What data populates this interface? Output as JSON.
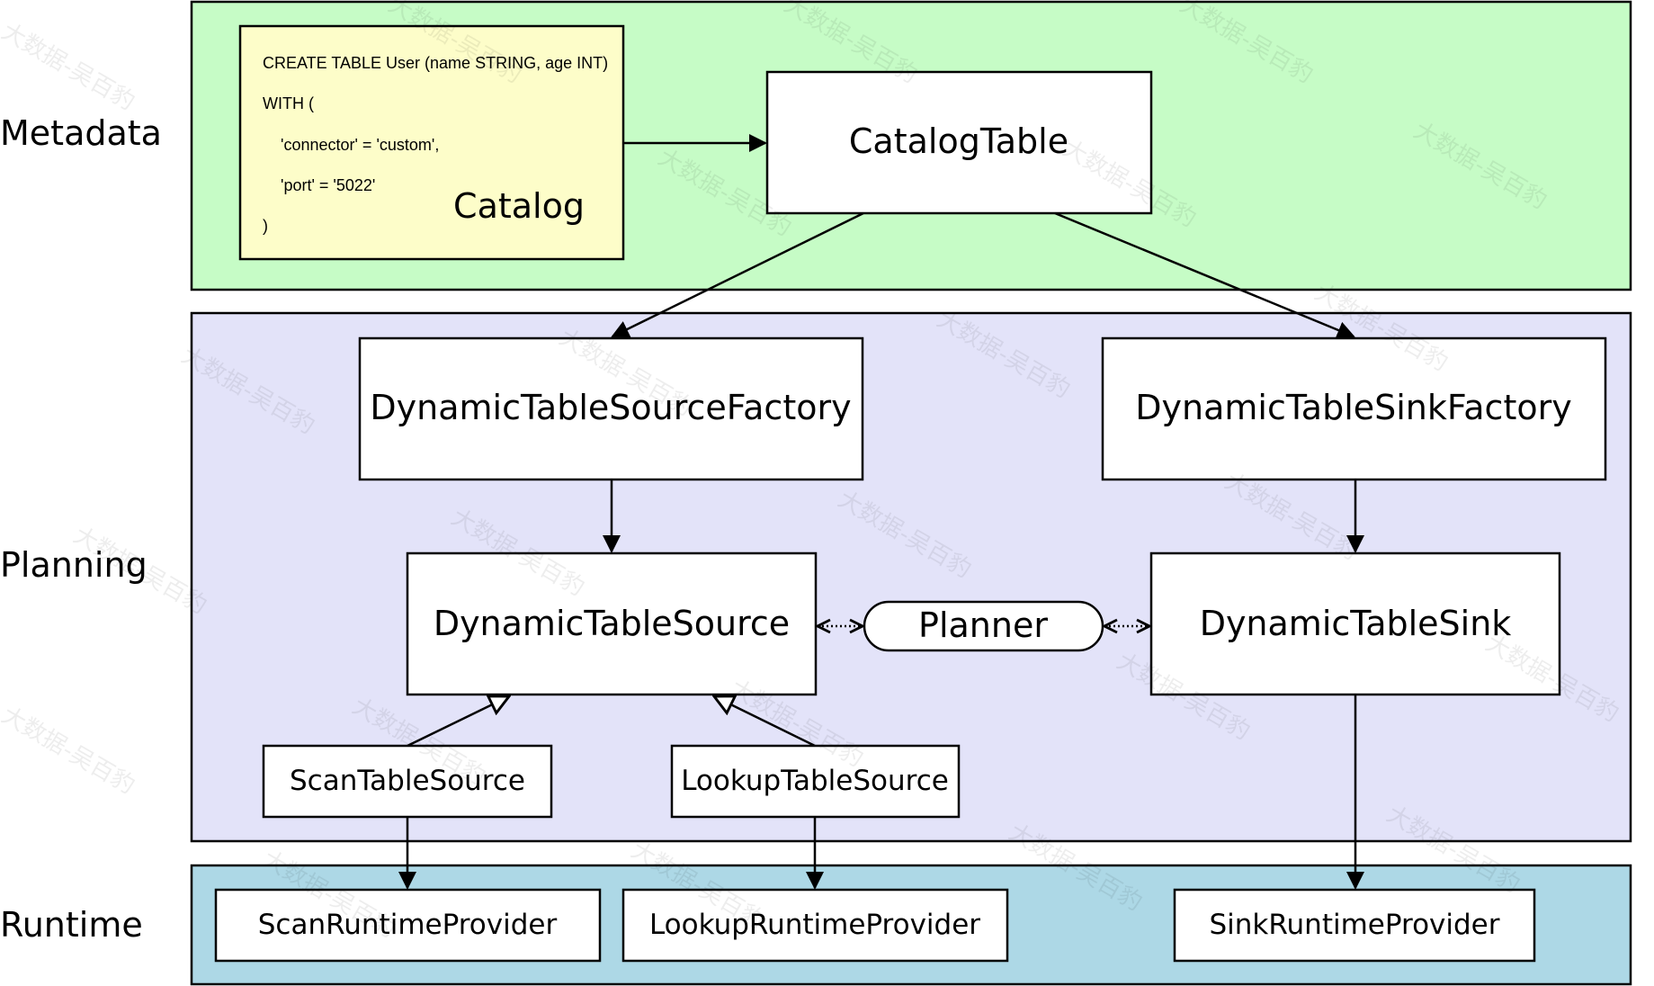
{
  "layers": {
    "metadata": "Metadata",
    "planning": "Planning",
    "runtime": "Runtime"
  },
  "colors": {
    "metadata_bg": "#c6fcc6",
    "planning_bg": "#e3e3f9",
    "runtime_bg": "#add8e6",
    "catalog_bg": "#fdfdc9"
  },
  "catalog": {
    "label": "Catalog",
    "ddl": [
      "CREATE TABLE User (name STRING, age INT)",
      "WITH (",
      "    'connector' = 'custom',",
      "    'port' = '5022'",
      ")"
    ]
  },
  "nodes": {
    "catalog_table": "CatalogTable",
    "source_factory": "DynamicTableSourceFactory",
    "sink_factory": "DynamicTableSinkFactory",
    "source": "DynamicTableSource",
    "sink": "DynamicTableSink",
    "planner": "Planner",
    "scan_source": "ScanTableSource",
    "lookup_source": "LookupTableSource",
    "scan_provider": "ScanRuntimeProvider",
    "lookup_provider": "LookupRuntimeProvider",
    "sink_provider": "SinkRuntimeProvider"
  },
  "watermark": "大数据-吴百豹"
}
